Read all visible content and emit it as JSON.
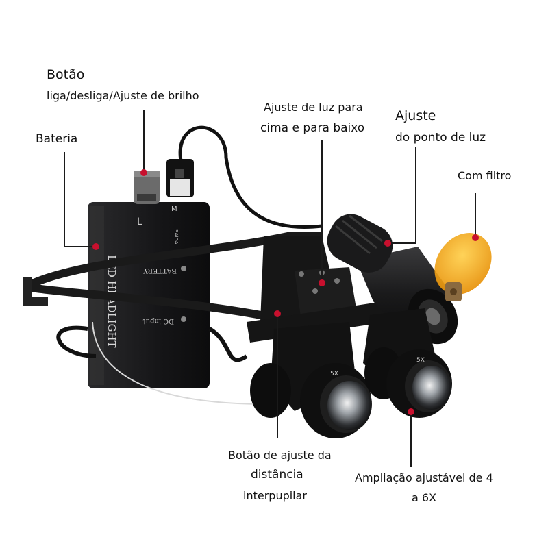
{
  "labels": {
    "botao_title": "Botão",
    "botao_sub": "liga/desliga/Ajuste de brilho",
    "bateria": "Bateria",
    "ajuste_luz_line1": "Ajuste de luz para",
    "ajuste_luz_line2": "cima e para baixo",
    "ajuste_ponto_line1": "Ajuste",
    "ajuste_ponto_line2": "do ponto de luz",
    "com_filtro": "Com filtro",
    "dist_line1": "Botão de ajuste da",
    "dist_line2": "distância",
    "dist_line3": "interpupilar",
    "ampl_line1": "Ampliação ajustável de 4",
    "ampl_line2": "a 6X"
  },
  "device": {
    "battery_text": "BATTERY",
    "dc_input_text": "DC input",
    "brand_text": "LED HEADLIGHT",
    "lens_marking": "5X",
    "l_marking": "L",
    "m_marking": "M",
    "saida_marking": "SAÍDA"
  },
  "colors": {
    "marker": "#c8102e",
    "filter": "#f5a300",
    "device_body": "#1c1c1e"
  }
}
